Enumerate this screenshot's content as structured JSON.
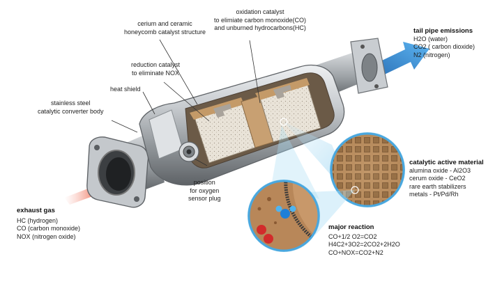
{
  "labels": {
    "cerium": [
      "cerium and ceramic",
      "honeycomb catalyst structure"
    ],
    "oxidation": [
      "oxidation catalyst",
      "to elimiate carbon monoxide(CO)",
      "and unburned hydrocarbons(HC)"
    ],
    "reduction": [
      "reduction catalyst",
      "to eliminate NOX"
    ],
    "heat_shield": "heat shield",
    "body": [
      "stainless steel",
      "catalytic converter body"
    ],
    "sensor": [
      "position",
      "for oxygen",
      "sensor plug"
    ]
  },
  "tailpipe": {
    "title": "tail pipe emissions",
    "items": [
      "H2O (water)",
      "CO2 ( carbon dioxide)",
      "N2 (nitrogen)"
    ]
  },
  "exhaust": {
    "title": "exhaust gas",
    "items": [
      "HC (hydrogen)",
      "CO (carbon monoxide)",
      "NOX (nitrogen oxide)"
    ]
  },
  "material": {
    "title": "catalytic active material",
    "items": [
      "alumina oxide - Al2O3",
      "cerum oxide - CeO2",
      "rare earth stabilizers",
      "metals - Pt/Pd/Rh"
    ]
  },
  "reaction": {
    "title": "major reaction",
    "items": [
      "CO+1/2 O2=CO2",
      "H4C2+3O2=2CO2+2H2O",
      "CO+NOX=CO2+N2"
    ]
  },
  "colors": {
    "inlet_arrow": "#e8321e",
    "outlet_arrow": "#2f8fd8",
    "steel": "#b8bcc0",
    "catalyst": "#c8a072",
    "honeycomb": "#c39a6c"
  }
}
